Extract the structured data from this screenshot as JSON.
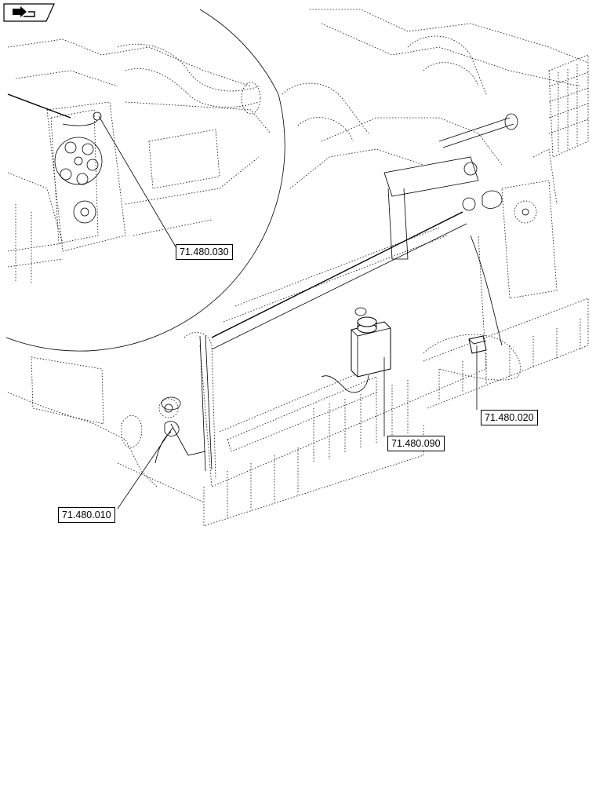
{
  "diagram": {
    "callouts": [
      {
        "id": "c030",
        "label": "71.480.030"
      },
      {
        "id": "c020",
        "label": "71.480.020"
      },
      {
        "id": "c090",
        "label": "71.480.090"
      },
      {
        "id": "c010",
        "label": "71.480.010"
      }
    ],
    "nav_icon": "forward-arrow-icon"
  }
}
